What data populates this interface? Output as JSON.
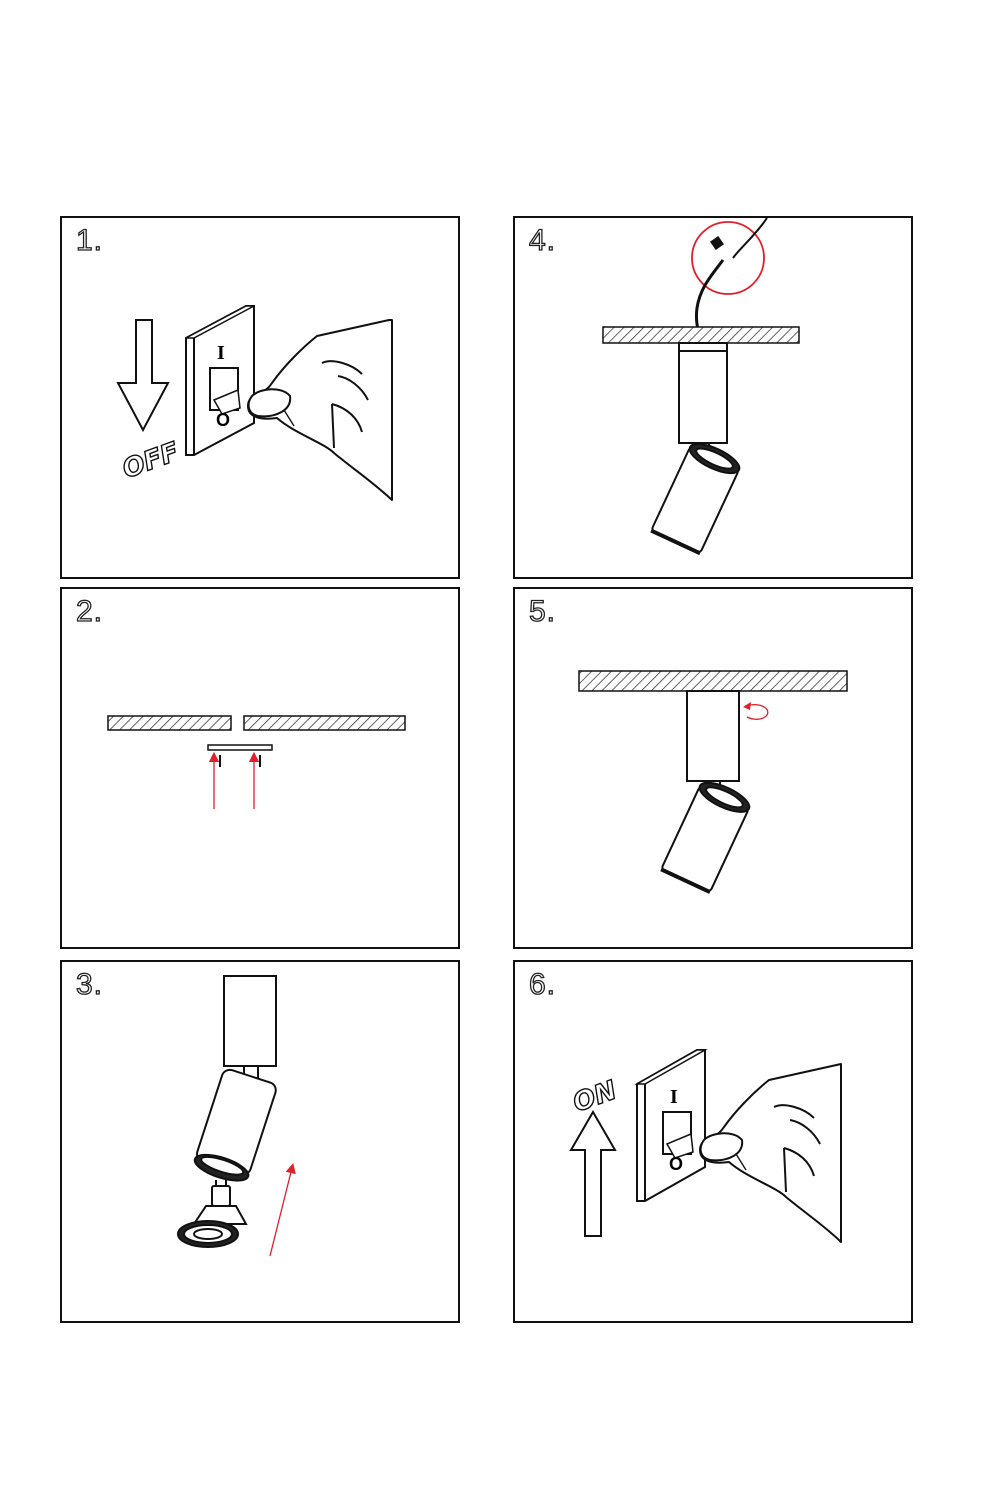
{
  "steps": [
    {
      "number": "1.",
      "word": "OFF",
      "switch_on": "I",
      "switch_off": "O"
    },
    {
      "number": "2."
    },
    {
      "number": "3."
    },
    {
      "number": "4."
    },
    {
      "number": "5."
    },
    {
      "number": "6.",
      "word": "ON",
      "switch_on": "I",
      "switch_off": "O"
    }
  ],
  "colors": {
    "line": "#111111",
    "accent_red": "#e0202a",
    "hatch": "#222222",
    "background": "#ffffff"
  },
  "icons": [
    "down-arrow-icon",
    "up-arrow-icon",
    "wall-switch-icon",
    "hand-icon",
    "spotlight-icon",
    "gu10-bulb-icon",
    "ceiling-icon",
    "screw-icon",
    "rotate-arrow-icon",
    "wire-connector-icon"
  ]
}
